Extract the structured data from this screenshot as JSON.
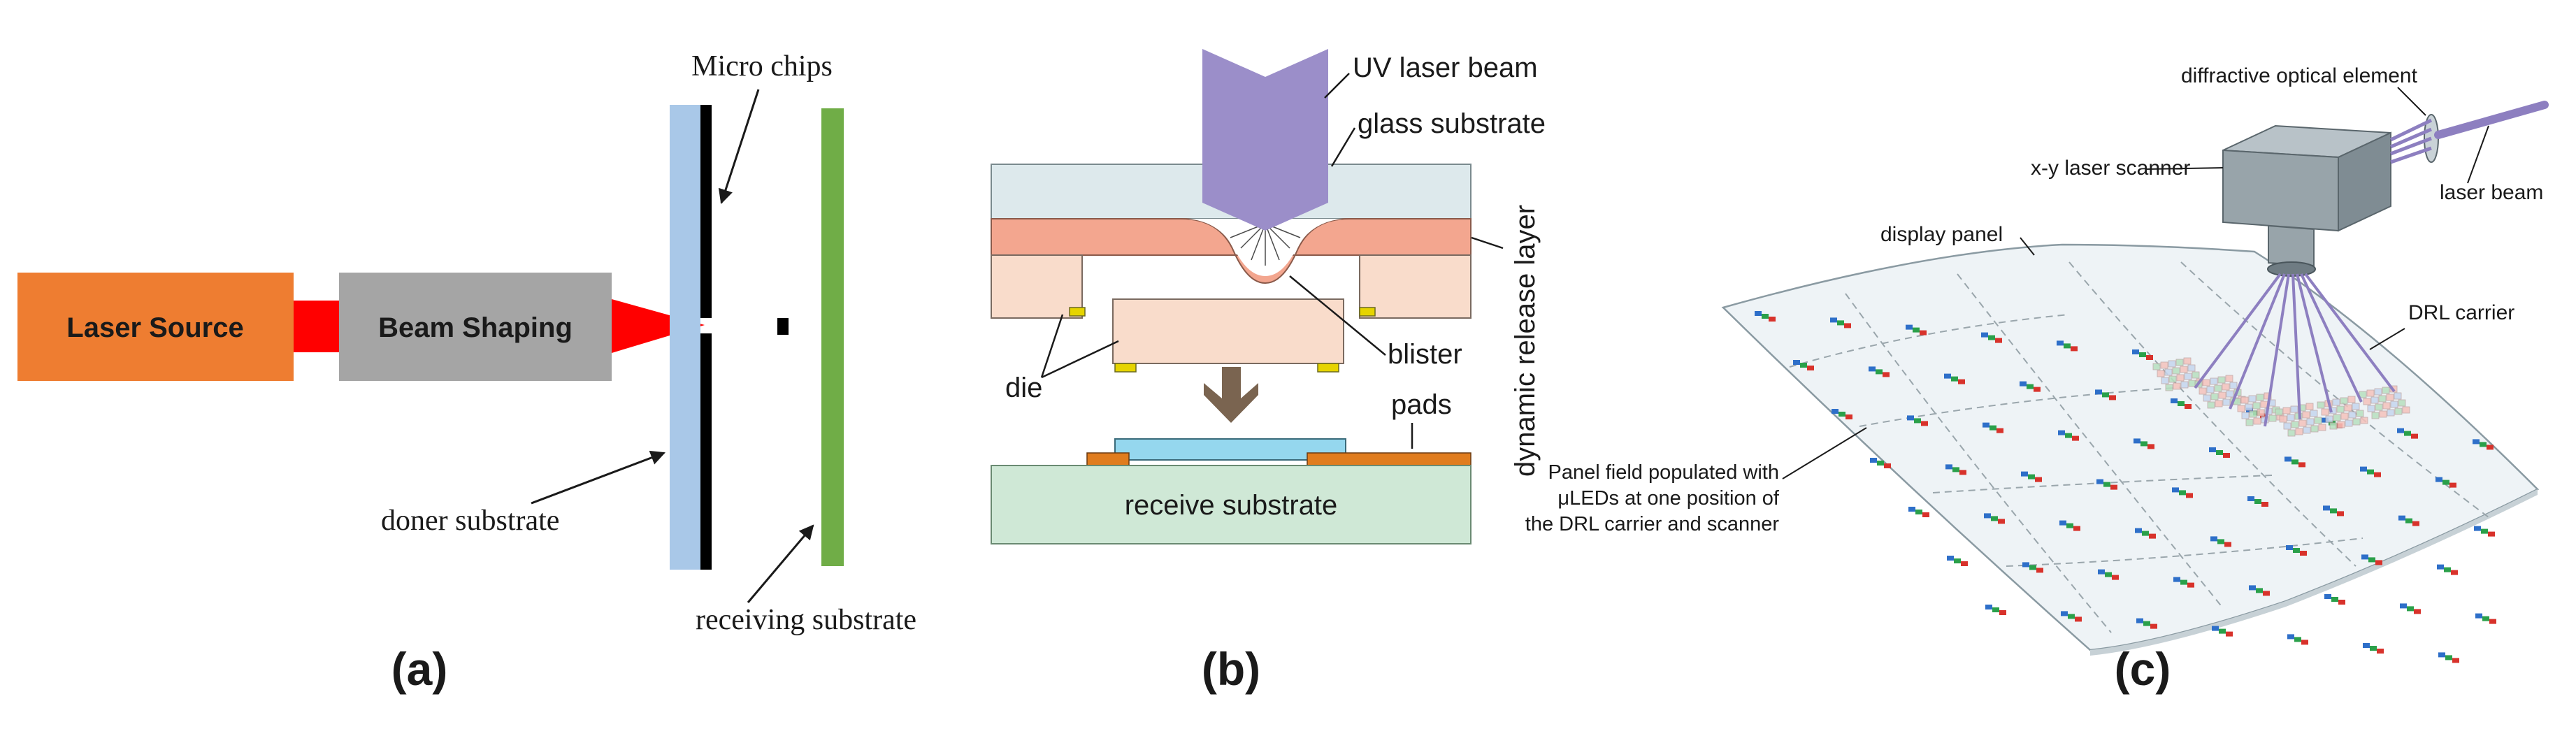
{
  "panel_a": {
    "caption": "(a)",
    "laser_source": "Laser Source",
    "beam_shaping": "Beam Shaping",
    "micro_chips": "Micro chips",
    "doner_substrate": "doner substrate",
    "receiving_substrate": "receiving substrate"
  },
  "panel_b": {
    "caption": "(b)",
    "uv_laser_beam": "UV laser beam",
    "glass_substrate": "glass substrate",
    "dynamic_release_layer": "dynamic release layer",
    "blister": "blister",
    "die": "die",
    "pads": "pads",
    "receive_substrate": "receive substrate"
  },
  "panel_c": {
    "caption": "(c)",
    "diffractive_optical_element": "diffractive optical element",
    "xy_laser_scanner": "x-y laser scanner",
    "laser_beam": "laser beam",
    "display_panel": "display panel",
    "drl_carrier": "DRL carrier",
    "panel_field_line1": "Panel field populated with",
    "panel_field_line2": "μLEDs at one position of",
    "panel_field_line3": "the DRL carrier and scanner"
  },
  "colors": {
    "laser_source": "#ee7d31",
    "beam_shaping": "#a5a5a5",
    "laser_red": "#ff0000",
    "doner_substrate": "#a9c8e8",
    "receiving_substrate": "#70ad47",
    "uv_beam": "#9b8ec9",
    "glass": "#dde9ec",
    "release_layer": "#f3a68f",
    "die": "#f9dccb",
    "pad_yellow": "#e6d400",
    "pad_orange": "#e07c1e",
    "receive_substrate": "#cfe8d6",
    "arrow_brown": "#7a6450",
    "chip_die_blue": "#95d7ee"
  }
}
